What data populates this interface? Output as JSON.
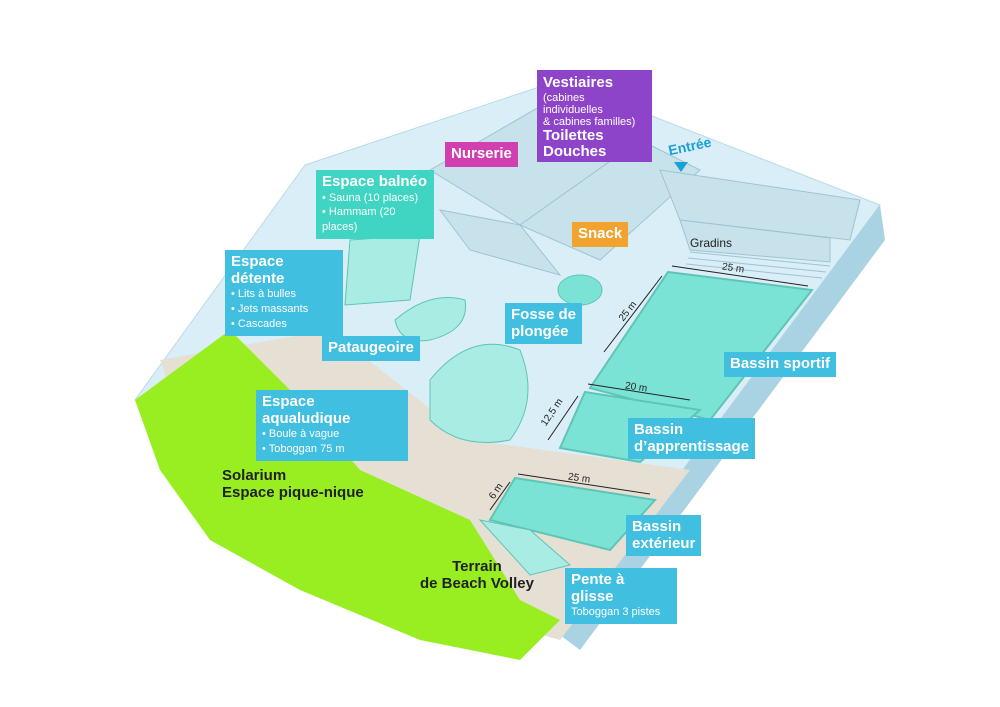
{
  "colors": {
    "cyan": "#40bfe0",
    "mint": "#3fd5c2",
    "magenta": "#d23fb0",
    "purple": "#8e44c8",
    "orange": "#f2a32f",
    "lawn": "#99ee22",
    "water": "#7be3d6"
  },
  "labels": {
    "vestiaires": {
      "title": "Vestiaires",
      "sub1": "(cabines individuelles",
      "sub2": "& cabines familles)",
      "l2": "Toilettes",
      "l3": "Douches"
    },
    "nurserie": "Nurserie",
    "entree": "Entrée",
    "balneo": {
      "title": "Espace balnéo",
      "items": [
        "• Sauna (10 places)",
        "• Hammam (20 places)"
      ]
    },
    "snack": "Snack",
    "gradins": "Gradins",
    "detente": {
      "title": "Espace détente",
      "items": [
        "• Lits à bulles",
        "• Jets massants",
        "• Cascades"
      ]
    },
    "fosse": {
      "l1": "Fosse de",
      "l2": "plongée"
    },
    "pataugeoire": "Pataugeoire",
    "sportif": "Bassin sportif",
    "aqualudique": {
      "title": "Espace aqualudique",
      "items": [
        "• Boule à vague",
        "• Toboggan 75 m"
      ]
    },
    "apprentissage": {
      "l1": "Bassin",
      "l2": "d’apprentissage"
    },
    "solarium": {
      "l1": "Solarium",
      "l2": "Espace pique-nique"
    },
    "exterieur": {
      "l1": "Bassin",
      "l2": "extérieur"
    },
    "beach": {
      "l1": "Terrain",
      "l2": "de Beach Volley"
    },
    "pente": {
      "title": "Pente à glisse",
      "sub": "Toboggan 3 pistes"
    }
  },
  "dimensions": {
    "sportif_length": "25 m",
    "sportif_width": "25 m",
    "apprentissage_length": "20 m",
    "apprentissage_width": "12,5 m",
    "exterieur_length": "25 m",
    "exterieur_width": "6 m"
  }
}
